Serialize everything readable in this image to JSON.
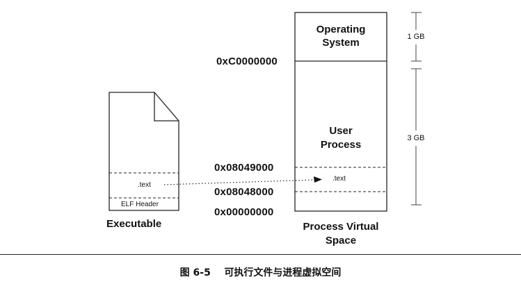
{
  "executable": {
    "text_section_label": ".text",
    "elf_header_label": "ELF Header",
    "caption": "Executable"
  },
  "process_space": {
    "os_label": "Operating\nSystem",
    "user_label": "User\nProcess",
    "text_label": ".text",
    "caption": "Process Virtual\nSpace"
  },
  "addresses": {
    "kernel_boundary": "0xC0000000",
    "text_top": "0x08049000",
    "text_base": "0x08048000",
    "null": "0x00000000"
  },
  "sizes": {
    "os_size": "1 GB",
    "user_size": "3 GB"
  },
  "figure_caption": "图 6-5    可执行文件与进程虚拟空间"
}
